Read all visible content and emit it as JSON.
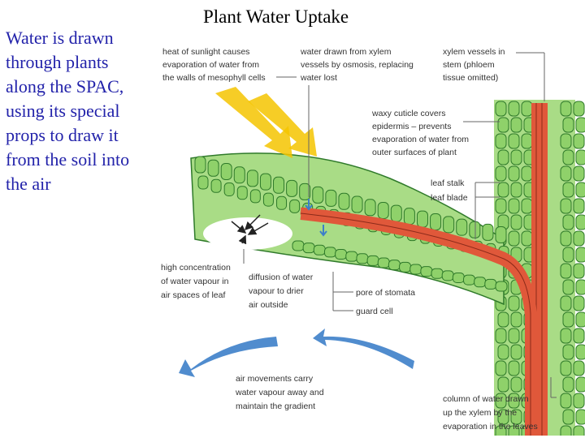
{
  "title": "Plant Water Uptake",
  "side_text_lines": [
    "Water is drawn",
    "through plants",
    "along the SPAC,",
    "using its special",
    "props to draw it",
    "from the soil into",
    "the air"
  ],
  "colors": {
    "side_text": "#2222aa",
    "cell_fill": "#8fd16a",
    "cell_stroke": "#2f7a2a",
    "xylem": "#e0583a",
    "sun_arrow": "#f5c400",
    "wind_arrow": "#3d7fc9",
    "vapour_arrow": "#222222"
  },
  "labels": {
    "sunlight": [
      "heat of sunlight causes",
      "evaporation of water from",
      "the walls of mesophyll cells"
    ],
    "xylem_draw": [
      "water drawn from xylem",
      "vessels by osmosis, replacing",
      "water lost"
    ],
    "xylem_vessels": [
      "xylem vessels in",
      "stem (phloem",
      "tissue omitted)"
    ],
    "cuticle": [
      "waxy cuticle covers",
      "epidermis – prevents",
      "evaporation of water from",
      "outer surfaces of plant"
    ],
    "leaf_stalk": [
      "leaf stalk"
    ],
    "leaf_blade": [
      "leaf blade"
    ],
    "high_conc": [
      "high concentration",
      "of water vapour in",
      "air spaces of leaf"
    ],
    "diffusion": [
      "diffusion of water",
      "vapour to drier",
      "air outside"
    ],
    "stomata": [
      "pore of stomata"
    ],
    "guard_cell": [
      "guard cell"
    ],
    "air_movement": [
      "air movements carry",
      "water vapour away and",
      "maintain the gradient"
    ],
    "column": [
      "column of water drawn",
      "up the xylem by the",
      "evaporation in the leaves"
    ]
  }
}
